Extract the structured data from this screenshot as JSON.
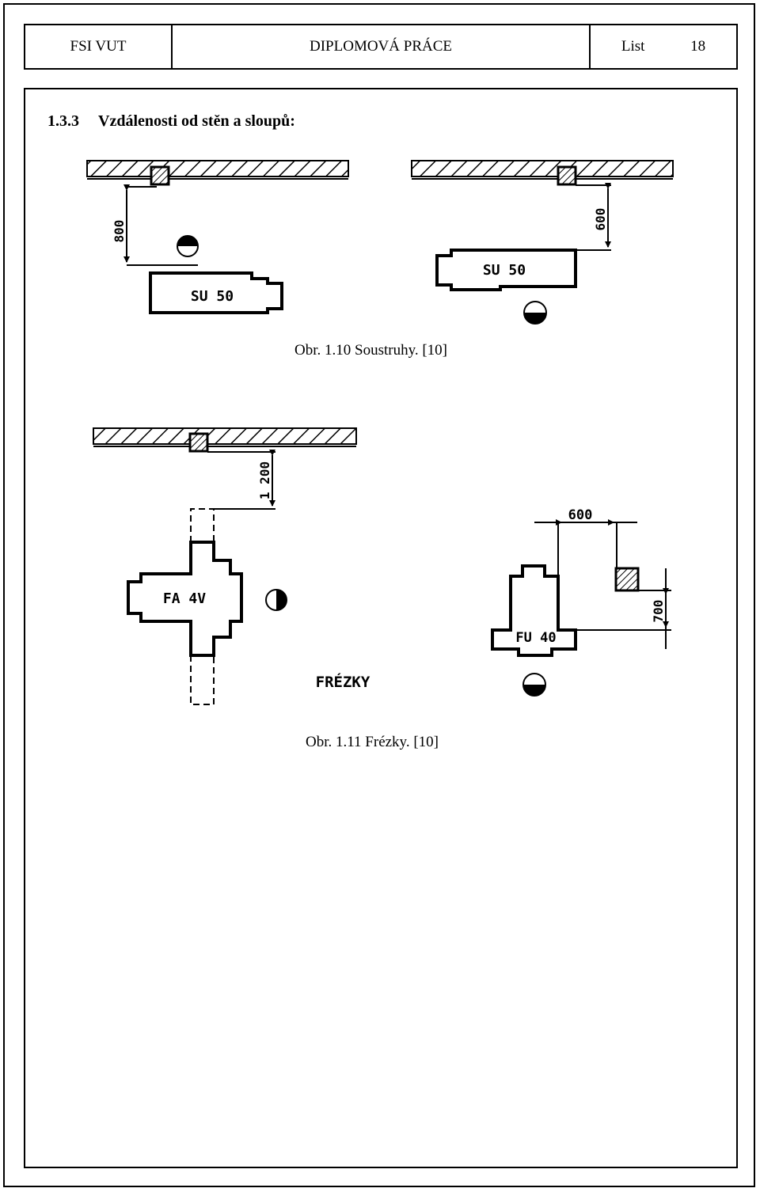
{
  "header": {
    "institution": "FSI VUT",
    "document_type": "DIPLOMOVÁ PRÁCE",
    "sheet_label": "List",
    "sheet_number": "18"
  },
  "section": {
    "number": "1.3.3",
    "title": "Vzdálenosti od stěn a sloupů:"
  },
  "figure_lathes": {
    "caption": "Obr. 1.10 Soustruhy. [10]",
    "left": {
      "machine": "SU 50",
      "distance": "800"
    },
    "right": {
      "machine": "SU 50",
      "distance": "600"
    }
  },
  "figure_mills": {
    "caption": "Obr. 1.11 Frézky. [10]",
    "group_label": "FRÉZKY",
    "left": {
      "machine": "FA 4V",
      "distance": "1 200"
    },
    "right": {
      "machine": "FU 40",
      "distance_horizontal": "600",
      "distance_vertical": "700"
    }
  }
}
